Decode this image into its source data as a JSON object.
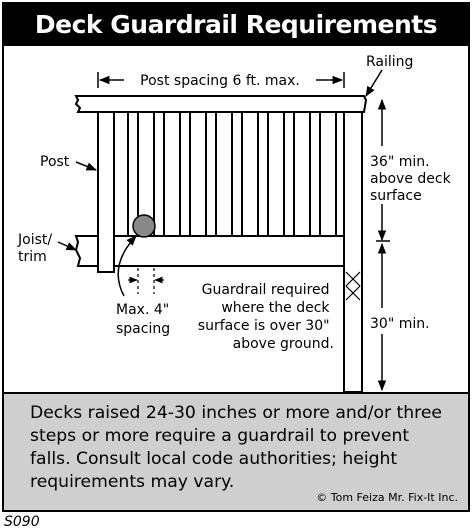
{
  "title": "Deck Guardrail Requirements",
  "labels": {
    "post_spacing": "Post spacing 6 ft. max.",
    "railing": "Railing",
    "post": "Post",
    "joist_line1": "Joist/",
    "joist_line2": "trim",
    "height_upper_line1": "36\" min.",
    "height_upper_line2": "above deck",
    "height_upper_line3": "surface",
    "height_lower": "30\" min.",
    "guardrail_line1": "Guardrail required",
    "guardrail_line2": "where the deck",
    "guardrail_line3": "surface is over 30\"",
    "guardrail_line4": "above ground.",
    "spacing_line1": "Max. 4\"",
    "spacing_line2": "spacing"
  },
  "caption": "Decks raised 24-30 inches or more and/or three steps or more require a guardrail to prevent falls. Consult local code authorities; height requirements may vary.",
  "credit": "© Tom Feiza Mr. Fix-It Inc.",
  "code": "S090",
  "colors": {
    "caption_background": "#cfcfcf",
    "title_background": "#000000",
    "ink": "#000000"
  }
}
